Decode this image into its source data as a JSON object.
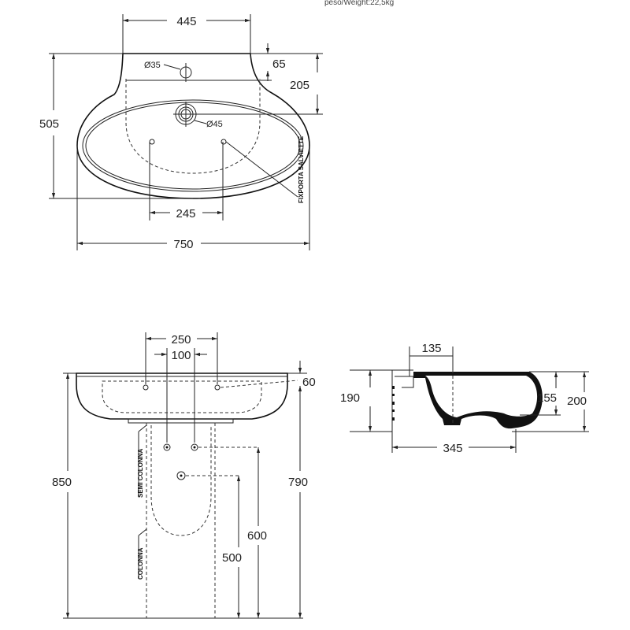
{
  "weight_label": "peso/Weight:22,5kg",
  "top_view": {
    "width_top": "445",
    "hole_small": "Ø35",
    "offset_65": "65",
    "depth_205": "205",
    "depth_505": "505",
    "hole_large": "Ø45",
    "fixing_label": "FIXPORTA SALVIETTE",
    "fix_spacing": "245",
    "overall_width": "750"
  },
  "front_view": {
    "span_250": "250",
    "span_100": "100",
    "rim_60": "60",
    "height_850": "850",
    "height_790": "790",
    "height_600": "600",
    "height_500": "500",
    "label_semicolonna": "SEMI COLONNA",
    "label_colonna": "COLONNA"
  },
  "side_view": {
    "dim_135": "135",
    "dim_190": "190",
    "dim_155": "155",
    "dim_200": "200",
    "dim_345": "345"
  }
}
